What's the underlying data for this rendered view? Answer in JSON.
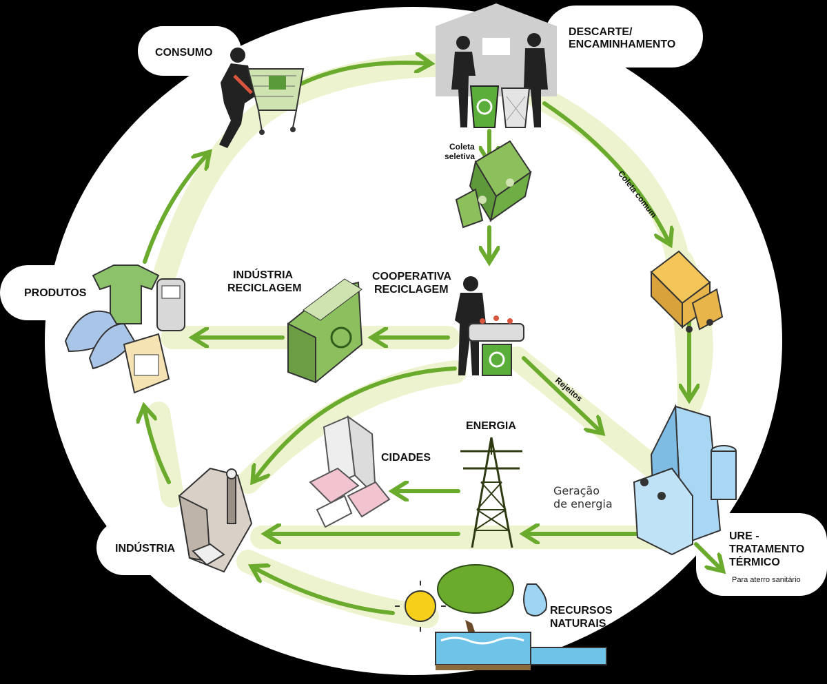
{
  "labels": {
    "consumo": "CONSUMO",
    "descarte_line1": "DESCARTE/",
    "descarte_line2": "ENCAMINHAMENTO",
    "produtos": "PRODUTOS",
    "industria_reciclagem_line1": "INDÚSTRIA",
    "industria_reciclagem_line2": "RECICLAGEM",
    "cooperativa_line1": "COOPERATIVA",
    "cooperativa_line2": "RECICLAGEM",
    "energia": "ENERGIA",
    "cidades": "CIDADES",
    "industria": "INDÚSTRIA",
    "ure_line1": "URE -",
    "ure_line2": "TRATAMENTO",
    "ure_line3": "TÉRMICO",
    "para_aterro": "Para aterro sanitário",
    "recursos_line1": "RECURSOS",
    "recursos_line2": "NATURAIS",
    "coleta_seletiva_line1": "Coleta",
    "coleta_seletiva_line2": "seletiva",
    "coleta_comum": "Coleta comum",
    "rejeitos": "Rejeitos",
    "geracao_line1": "Geração",
    "geracao_line2": "de energia"
  },
  "colors": {
    "background": "#000000",
    "disc": "#ffffff",
    "flow_band": "#eef3cf",
    "arrow": "#6aab2e",
    "label_text": "#111111"
  },
  "icons": [
    "shopper-with-cart-icon",
    "recycling-bins-icon",
    "selective-collection-truck-icon",
    "common-collection-truck-icon",
    "products-icon",
    "recycling-factory-icon",
    "cooperative-worker-icon",
    "power-tower-icon",
    "city-buildings-icon",
    "factory-icon",
    "incineration-plant-icon",
    "natural-resources-icon"
  ]
}
